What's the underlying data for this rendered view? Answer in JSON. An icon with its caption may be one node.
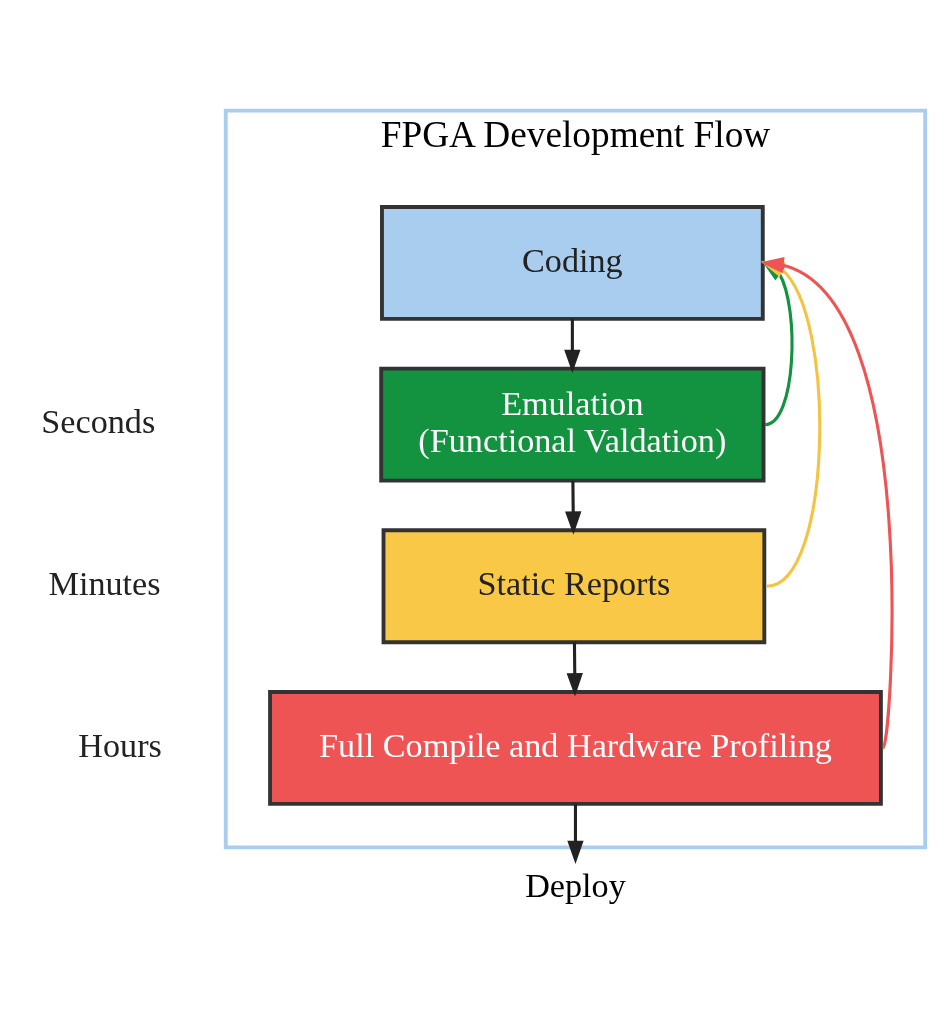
{
  "diagram": {
    "nodes": [
      {
        "text": [
          "FPGA Development Flow"
        ]
      },
      {
        "text": [
          "Coding"
        ],
        "in": 0
      },
      {
        "text": [
          "Emulation",
          "(Functional Valdation)"
        ],
        "in": 0
      },
      {
        "text": [
          "Static Reports"
        ],
        "in": 0
      },
      {
        "text": [
          "Full Compile and Hardware Profiling"
        ],
        "in": 0
      },
      {
        "text": [
          "Deploy"
        ]
      }
    ],
    "edges": [
      {
        "from": 1,
        "to": 2,
        "arrow": "to"
      },
      {
        "from": 2,
        "to": 3,
        "arrow": "to"
      },
      {
        "from": 3,
        "to": 4,
        "arrow": "to"
      },
      {
        "from": 4,
        "to": 5,
        "arrow": "to"
      },
      {
        "from": 2,
        "to": 1,
        "arrow": "to",
        "color": "#13933f"
      },
      {
        "from": 3,
        "to": 1,
        "arrow": "to",
        "color": "#f5c342"
      },
      {
        "from": 4,
        "to": 1,
        "arrow": "to",
        "color": "#ee5454"
      }
    ],
    "labels": [
      "Seconds",
      "Minutes",
      "Hours"
    ]
  }
}
